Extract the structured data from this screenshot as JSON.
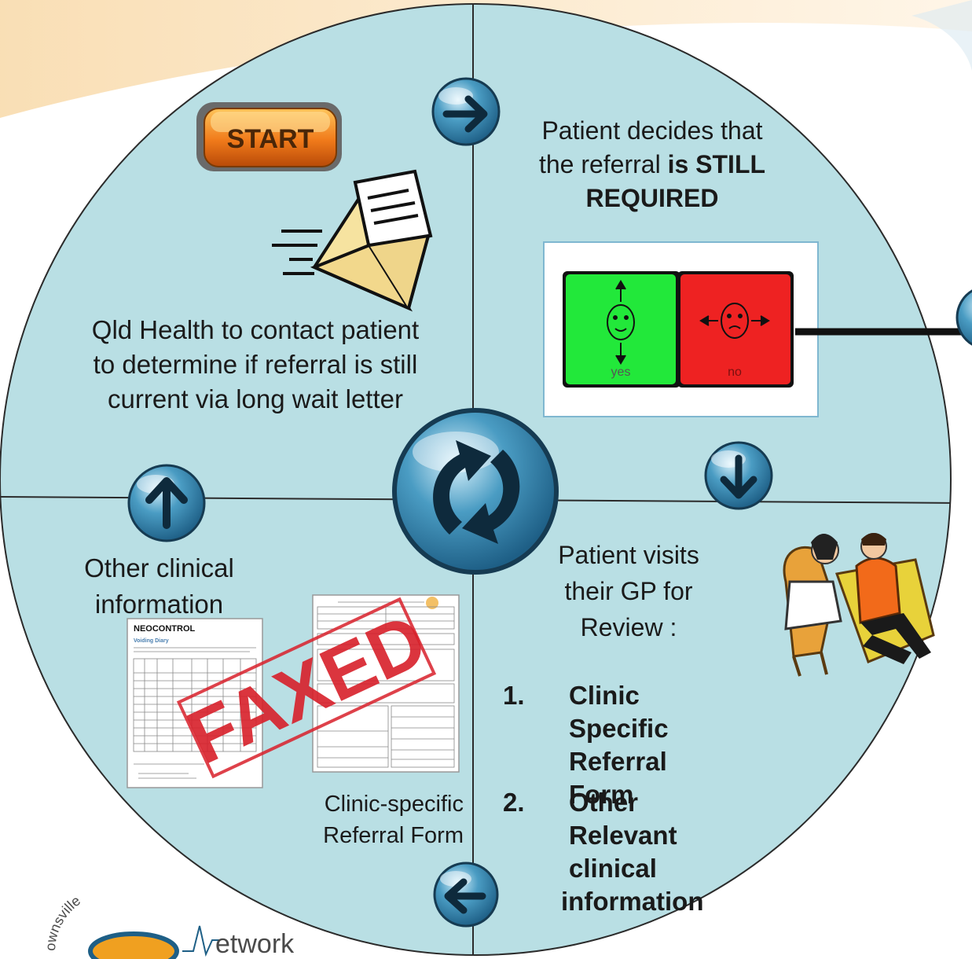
{
  "quadrants": {
    "top_right": {
      "text_line1": "Patient decides that",
      "text_line2_plain": "the referral ",
      "text_line2_bold": "is STILL",
      "text_line3_bold": "REQUIRED",
      "card": {
        "yes_label": "yes",
        "no_label": "no"
      }
    },
    "top_left": {
      "start_button_label": "START",
      "description_lines": [
        "Qld Health to contact patient",
        "to determine if referral is still",
        "current via long wait letter"
      ]
    },
    "bottom_left": {
      "other_info_lines": [
        "Other clinical",
        "information"
      ],
      "faxed_stamp": "FAXED",
      "doc_brand": "NEOCONTROL",
      "doc_heading": "Voiding Diary",
      "form_caption_lines": [
        "Clinic-specific",
        "Referral Form"
      ]
    },
    "bottom_right": {
      "intro_lines": [
        "Patient visits",
        "their GP for",
        "Review :"
      ],
      "items": [
        {
          "number": "1.",
          "lines": [
            "Clinic Specific",
            "Referral Form"
          ]
        },
        {
          "number": "2.",
          "lines": [
            "Other Relevant",
            "clinical",
            "information"
          ]
        }
      ]
    }
  },
  "logo": {
    "arc_text": "ownsville",
    "word": "etwork"
  },
  "colors": {
    "circle_fill": "#b9dfe4",
    "bubble": "#4a9cc3",
    "bubble_dark": "#1e5f86",
    "start_orange": "#f07a1a",
    "yes_green": "#22e83a",
    "no_red": "#ee2222",
    "stamp_red": "#d8202a",
    "envelope": "#f6e3a0"
  }
}
